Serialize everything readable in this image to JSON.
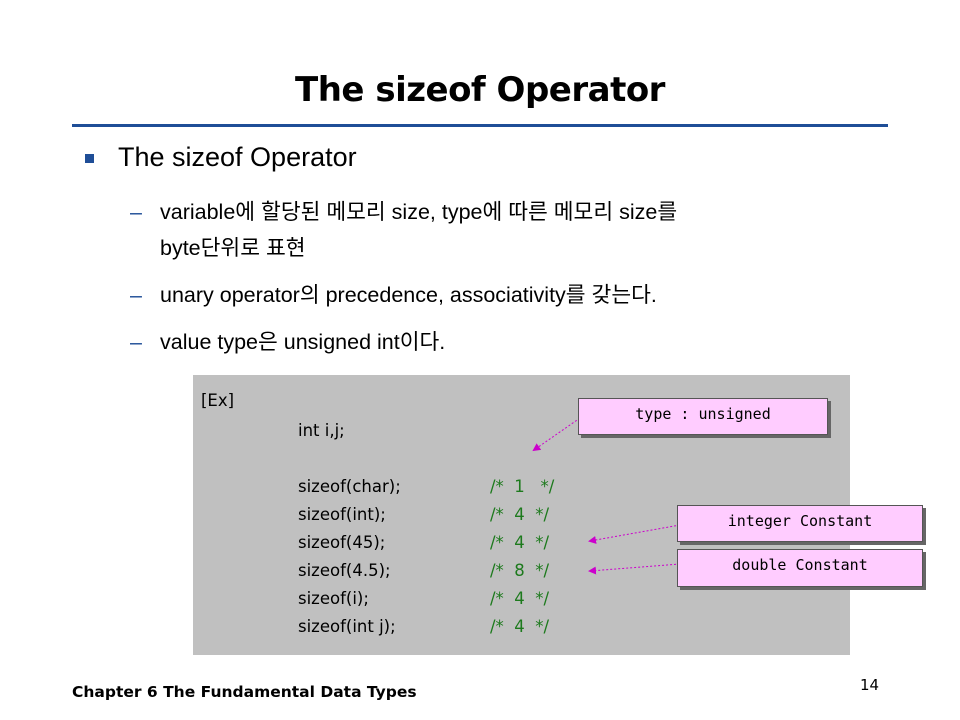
{
  "slide": {
    "title": "The sizeof Operator",
    "bullet": "The sizeof Operator",
    "sub_dash": "–",
    "sub_items": [
      "variable에 할당된 메모리 size, type에 따른 메모리 size를",
      "byte단위로 표현",
      "unary operator의 precedence, associativity를 갖는다.",
      "value type은 unsigned int이다."
    ]
  },
  "code": {
    "label": "[Ex]",
    "decl": "int i,j;",
    "lines": [
      {
        "stmt": "sizeof(char);",
        "comment": "/*  1   */"
      },
      {
        "stmt": "sizeof(int);",
        "comment": "/*  4  */"
      },
      {
        "stmt": "sizeof(45);",
        "comment": "/*  4  */"
      },
      {
        "stmt": "sizeof(4.5);",
        "comment": "/*  8  */"
      },
      {
        "stmt": "sizeof(i);",
        "comment": "/*  4  */"
      },
      {
        "stmt": "sizeof(int j);",
        "comment": "/*  4  */"
      }
    ]
  },
  "callouts": {
    "type": "type : unsigned",
    "integer": "integer Constant",
    "double": "double Constant"
  },
  "footer": {
    "chapter": "Chapter 6  The Fundamental Data Types",
    "page": "14"
  },
  "colors": {
    "accent": "#1f4e97",
    "callout_bg": "#ffccff",
    "comment": "#1d7a1d",
    "arrow": "#cc00cc"
  }
}
